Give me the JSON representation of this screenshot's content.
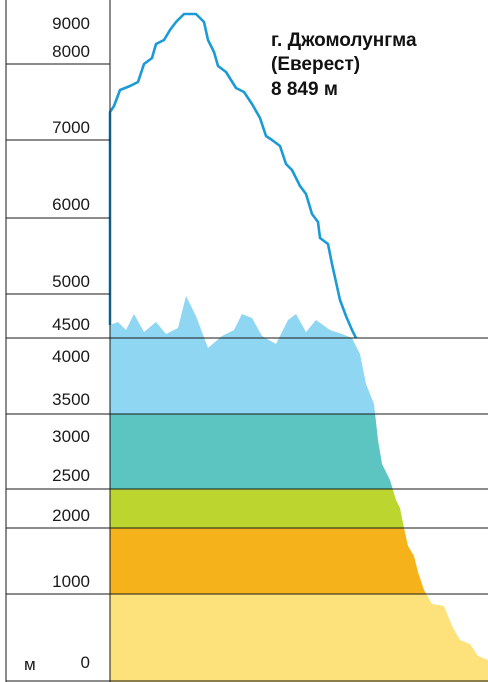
{
  "title": {
    "line1": "г. Джомолунгма",
    "line2": "(Еверест)",
    "line3": "8 849 м"
  },
  "axis": {
    "unit": "м",
    "ticks": [
      "9000",
      "8000",
      "7000",
      "6000",
      "5000",
      "4500",
      "4000",
      "3500",
      "3000",
      "2500",
      "2000",
      "1000",
      "0"
    ]
  },
  "zones": [
    {
      "name": "base",
      "color": "#fde17a"
    },
    {
      "name": "zone-1000",
      "color": "#f6b21b"
    },
    {
      "name": "zone-2000",
      "color": "#bcd62f"
    },
    {
      "name": "zone-3000",
      "color": "#5cc4c1"
    },
    {
      "name": "zone-4000",
      "color": "#8fd6f2"
    },
    {
      "name": "snow",
      "color": "#ffffff"
    }
  ],
  "outline_color": "#1a9bd7"
}
